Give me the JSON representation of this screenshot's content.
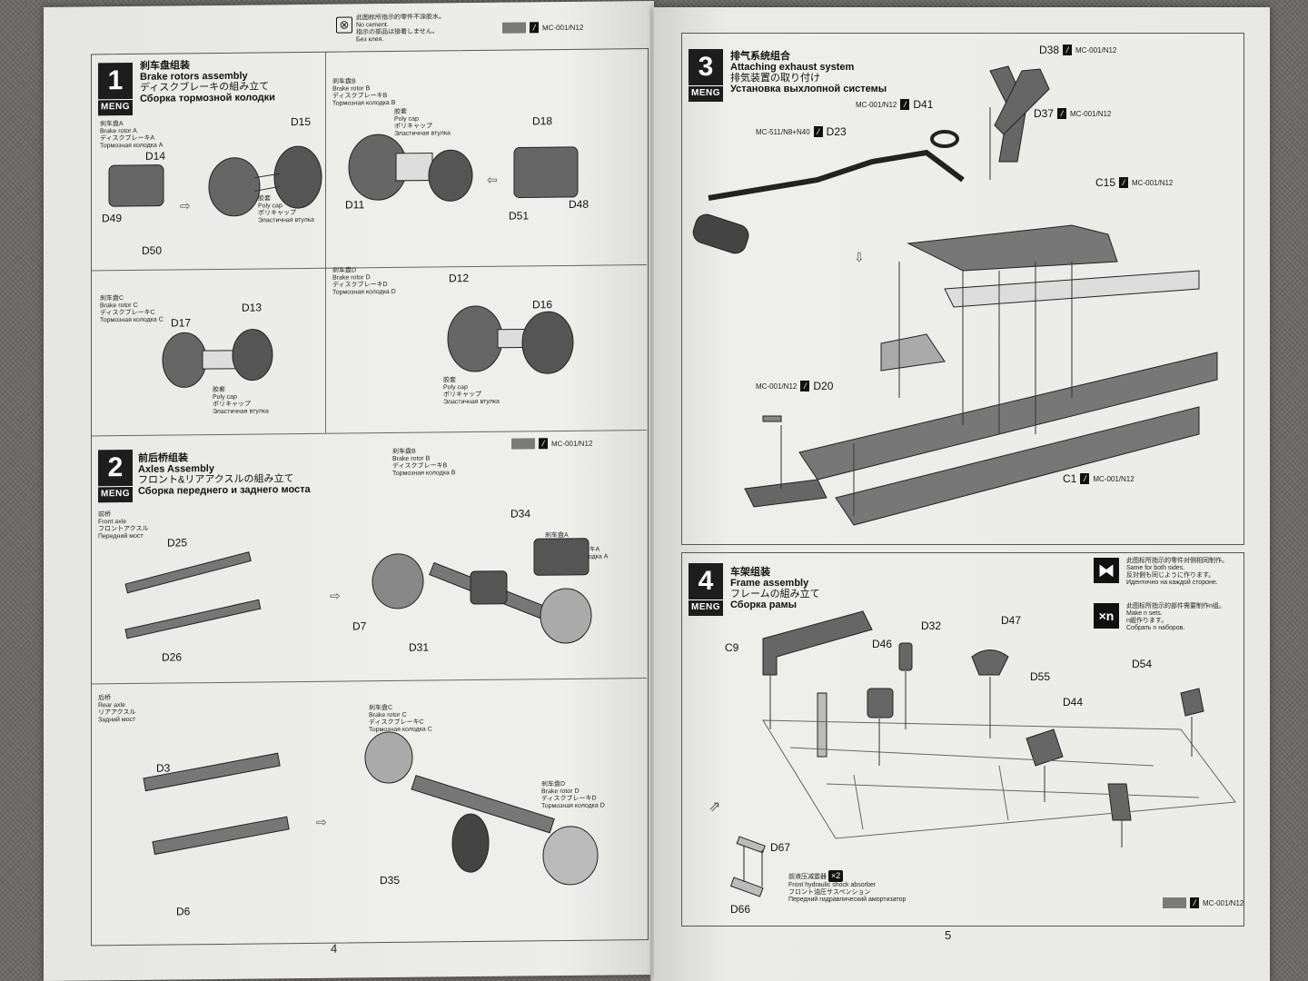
{
  "left_page": {
    "page_number": "4",
    "cement_note": {
      "cn": "此图标所指示的零件不涂胶水。",
      "en": "No cement.",
      "jp": "指示の部品は接着しません。",
      "ru": "Без клея."
    },
    "paint_code_top": "MC-001/N12",
    "step1": {
      "num": "1",
      "brand": "MENG",
      "cn": "刹车盘组装",
      "en": "Brake rotors assembly",
      "jp": "ディスクブレーキの組み立て",
      "ru": "Сборка тормозной колодки",
      "rotor_a": {
        "cn": "刹车盘A",
        "en": "Brake rotor A",
        "jp": "ディスクブレーキA",
        "ru": "Тормозная колодка A"
      },
      "rotor_b": {
        "cn": "刹车盘B",
        "en": "Brake rotor B",
        "jp": "ディスクブレーキB",
        "ru": "Тормозная колодка B"
      },
      "rotor_c": {
        "cn": "刹车盘C",
        "en": "Brake rotor C",
        "jp": "ディスクブレーキC",
        "ru": "Тормозная колодка C"
      },
      "rotor_d": {
        "cn": "刹车盘D",
        "en": "Brake rotor D",
        "jp": "ディスクブレーキD",
        "ru": "Тормозная колодка D"
      },
      "polycap": {
        "cn": "胶套",
        "en": "Poly cap",
        "jp": "ポリキャップ",
        "ru": "Эластичная втулка"
      },
      "parts": [
        "D15",
        "D14",
        "D49",
        "D50",
        "D11",
        "D18",
        "D51",
        "D48",
        "D17",
        "D13",
        "D12",
        "D16"
      ]
    },
    "step2": {
      "num": "2",
      "brand": "MENG",
      "cn": "前后桥组装",
      "en": "Axles Assembly",
      "jp": "フロント&リアアクスルの組み立て",
      "ru": "Сборка переднего и заднего моста",
      "paint_code": "MC-001/N12",
      "front_axle": {
        "cn": "前桥",
        "en": "Front axle",
        "jp": "フロントアクスル",
        "ru": "Передний мост"
      },
      "rear_axle": {
        "cn": "后桥",
        "en": "Rear axle",
        "jp": "リアアクスル",
        "ru": "Задний мост"
      },
      "parts": [
        "D25",
        "D26",
        "D34",
        "D7",
        "D31",
        "D3",
        "D6",
        "D35"
      ]
    }
  },
  "right_page": {
    "page_number": "5",
    "step3": {
      "num": "3",
      "brand": "MENG",
      "cn": "排气系统组合",
      "en": "Attaching exhaust system",
      "jp": "排気装置の取り付け",
      "ru": "Установка выхлопной системы",
      "callouts": [
        {
          "part": "D38",
          "paint": "MC-001/N12"
        },
        {
          "part": "D41",
          "paint": "MC-001/N12"
        },
        {
          "part": "D37",
          "paint": "MC-001/N12"
        },
        {
          "part": "D23",
          "paint": "MC-511/N8+N40"
        },
        {
          "part": "C15",
          "paint": "MC-001/N12"
        },
        {
          "part": "D20",
          "paint": "MC-001/N12"
        },
        {
          "part": "C1",
          "paint": "MC-001/N12"
        }
      ]
    },
    "step4": {
      "num": "4",
      "brand": "MENG",
      "cn": "车架组装",
      "en": "Frame assembly",
      "jp": "フレームの組み立て",
      "ru": "Сборка рамы",
      "same_sides": {
        "cn": "此图标所指示的零件对侧相同制作。",
        "en": "Same for both sides.",
        "jp": "反対側も同じように作ります。",
        "ru": "Идентично на каждой стороне."
      },
      "make_sets": {
        "icon": "×n",
        "cn": "此图标所指示的部件需要制作n组。",
        "en": "Make n sets.",
        "jp": "n組作ります。",
        "ru": "Собрать n наборов."
      },
      "shock": {
        "cn": "前液压减震器",
        "count": "×2",
        "en": "Front hydraulic shock absorber",
        "jp": "フロント油圧サスペンション",
        "ru": "Передний гидравлический амортизатор"
      },
      "paint_code": "MC-001/N12",
      "parts": [
        "C9",
        "D46",
        "D32",
        "D47",
        "D55",
        "D54",
        "D44",
        "D67",
        "D66"
      ]
    }
  }
}
